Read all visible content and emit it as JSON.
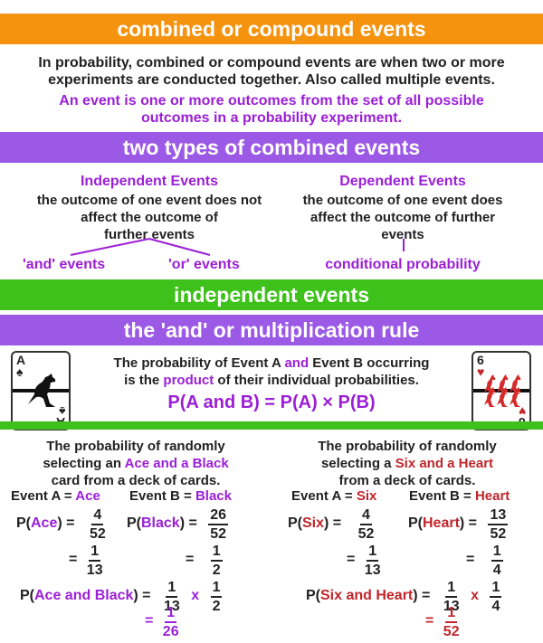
{
  "banners": {
    "combined": "combined or compound events",
    "two_types": "two types of combined events",
    "independent": "independent events",
    "and_rule": "the 'and' or multiplication rule"
  },
  "intro": {
    "line1": "In probability, combined or compound events are when two or more",
    "line2": "experiments are conducted together. Also called multiple events.",
    "def1": "An event is one or more outcomes from the set of all possible",
    "def2": "outcomes in a probability experiment."
  },
  "types": {
    "independent": {
      "title": "Independent Events",
      "desc": [
        "the outcome of one event does not",
        "affect the outcome of",
        "further events"
      ],
      "branches": [
        "'and' events",
        "'or' events"
      ]
    },
    "dependent": {
      "title": "Dependent Events",
      "desc": [
        "the outcome of one event does",
        "affect the outcome of further",
        "events"
      ],
      "branch": "conditional probability"
    }
  },
  "rule": {
    "l1a": "The probability of Event A ",
    "l1b": "and",
    "l1c": " Event B occurring",
    "l2a": "is the ",
    "l2b": "product",
    "l2c": " of their individual probabilities.",
    "formula": "P(A and B) = P(A) × P(B)"
  },
  "cards": {
    "left": {
      "rank": "A",
      "suit": "♠"
    },
    "right": {
      "rank": "6",
      "suit": "♥"
    }
  },
  "example1": {
    "intro1": "The probability of randomly",
    "intro2a": "selecting an ",
    "intro2b": "Ace and a Black",
    "intro3": "card from a deck of cards.",
    "eventA_label": "Event A = ",
    "eventA": "Ace",
    "eventB_label": "Event B = ",
    "eventB": "Black",
    "pA_name": "Ace",
    "pA": {
      "n": "4",
      "d": "52",
      "sn": "1",
      "sd": "13"
    },
    "pB_name": "Black",
    "pB": {
      "n": "26",
      "d": "52",
      "sn": "1",
      "sd": "2"
    },
    "combined_name": "Ace and Black",
    "result": {
      "n": "1",
      "d": "26"
    }
  },
  "example2": {
    "intro1": "The probability of randomly",
    "intro2a": "selecting a ",
    "intro2b": "Six and a Heart",
    "intro3": "from a deck of cards.",
    "eventA_label": "Event A = ",
    "eventA": "Six",
    "eventB_label": "Event B = ",
    "eventB": "Heart",
    "pA_name": "Six",
    "pA": {
      "n": "4",
      "d": "52",
      "sn": "1",
      "sd": "13"
    },
    "pB_name": "Heart",
    "pB": {
      "n": "13",
      "d": "52",
      "sn": "1",
      "sd": "4"
    },
    "combined_name": "Six and Heart",
    "result": {
      "n": "1",
      "d": "52"
    }
  },
  "symbols": {
    "P": "P(",
    "close_eq": ") =",
    "eq": "=",
    "times": "x",
    "close_eq_c": ") ="
  },
  "colors": {
    "orange": "#f5930f",
    "purple": "#9b59e6",
    "green": "#3ec21b",
    "violet_text": "#9b1fd6",
    "red_text": "#c0262b"
  }
}
